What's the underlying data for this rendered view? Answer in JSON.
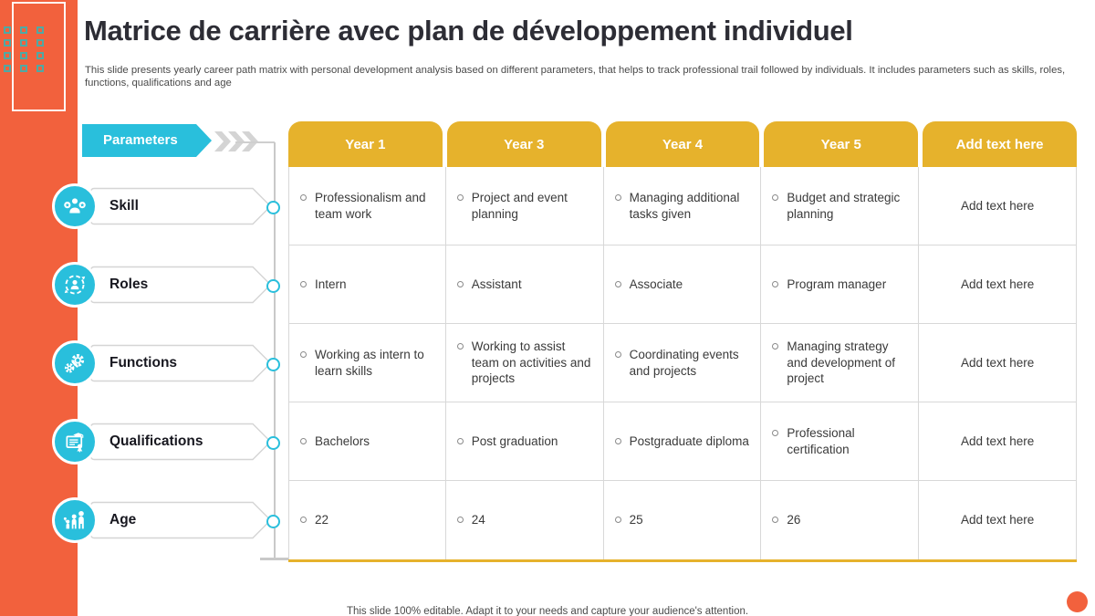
{
  "slide": {
    "title": "Matrice de carrière avec plan de développement individuel",
    "subtitle": "This slide presents yearly career path matrix with personal development analysis based on different parameters, that helps to track professional trail followed by individuals. It includes parameters such as skills, roles, functions, qualifications and age",
    "footer_note": "This slide 100% editable. Adapt it to your needs and capture your audience's attention."
  },
  "parameters_panel": {
    "ribbon_label": "Parameters",
    "items": [
      {
        "label": "Skill",
        "icon": "skill-team-icon"
      },
      {
        "label": "Roles",
        "icon": "roles-rotation-icon"
      },
      {
        "label": "Functions",
        "icon": "functions-gears-icon"
      },
      {
        "label": "Qualifications",
        "icon": "qualifications-certificate-icon"
      },
      {
        "label": "Age",
        "icon": "age-family-icon"
      }
    ]
  },
  "matrix": {
    "headers": [
      "Year 1",
      "Year 3",
      "Year 4",
      "Year 5",
      "Add text here"
    ],
    "rows": [
      {
        "parameter": "Skill",
        "cells": [
          "Professionalism and team work",
          "Project and event planning",
          "Managing additional tasks given",
          "Budget and strategic planning",
          "Add text here"
        ]
      },
      {
        "parameter": "Roles",
        "cells": [
          "Intern",
          "Assistant",
          "Associate",
          "Program manager",
          "Add text here"
        ]
      },
      {
        "parameter": "Functions",
        "cells": [
          "Working as intern to learn skills",
          "Working to assist team on activities and projects",
          "Coordinating events and projects",
          "Managing strategy and development of project",
          "Add text here"
        ]
      },
      {
        "parameter": "Qualifications",
        "cells": [
          "Bachelors",
          "Post graduation",
          "Postgraduate diploma",
          "Professional certification",
          "Add text here"
        ]
      },
      {
        "parameter": "Age",
        "cells": [
          "22",
          "24",
          "25",
          "26",
          "Add text here"
        ]
      }
    ]
  },
  "colors": {
    "accent_orange": "#F2613D",
    "accent_cyan": "#29BFDC",
    "header_yellow": "#E6B22C",
    "title_text": "#2D2D35",
    "body_text": "#3A3A3A",
    "border_gray": "#D8D8D8",
    "deco_teal": "#4FA9A4"
  }
}
